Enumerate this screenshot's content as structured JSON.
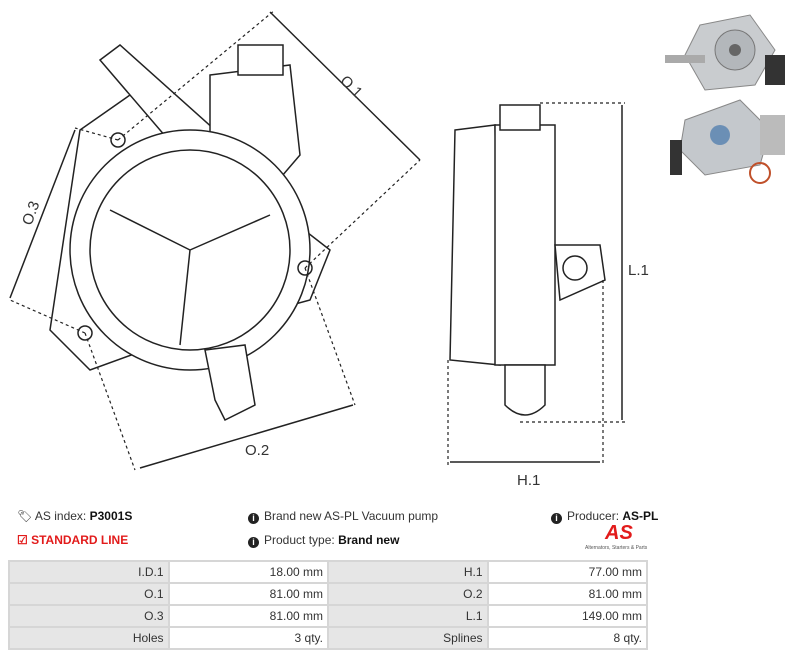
{
  "drawing": {
    "labels": {
      "o1": "O.1",
      "o2": "O.2",
      "o3": "O.3",
      "h1": "H.1",
      "l1": "L.1"
    }
  },
  "info": {
    "as_index_label": "AS index:",
    "as_index_value": "P3001S",
    "line": "STANDARD LINE",
    "description": "Brand new AS-PL Vacuum pump",
    "product_type_label": "Product type:",
    "product_type_value": "Brand new",
    "producer_label": "Producer:",
    "producer_value": "AS-PL",
    "logo_text": "AS",
    "logo_tagline": "Alternators, Starters & Parts"
  },
  "specs": [
    [
      {
        "k": "I.D.1",
        "v": "18.00 mm"
      },
      {
        "k": "H.1",
        "v": "77.00 mm"
      }
    ],
    [
      {
        "k": "O.1",
        "v": "81.00 mm"
      },
      {
        "k": "O.2",
        "v": "81.00 mm"
      }
    ],
    [
      {
        "k": "O.3",
        "v": "81.00 mm"
      },
      {
        "k": "L.1",
        "v": "149.00 mm"
      }
    ],
    [
      {
        "k": "Holes",
        "v": "3 qty."
      },
      {
        "k": "Splines",
        "v": "8 qty."
      }
    ]
  ],
  "colors": {
    "accent": "#e21b1b"
  }
}
